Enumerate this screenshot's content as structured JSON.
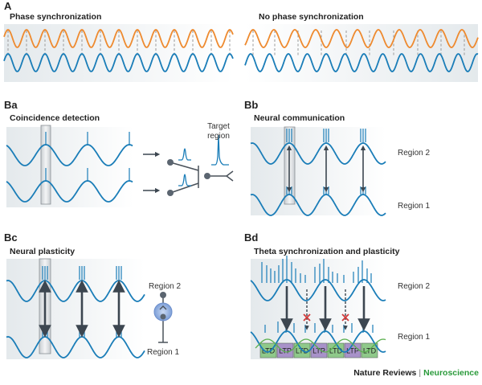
{
  "panels": {
    "A": {
      "label": "A",
      "left_title": "Phase synchronization",
      "right_title": "No phase synchronization"
    },
    "Ba": {
      "label": "Ba",
      "title": "Coincidence detection",
      "target": [
        "Target",
        "region"
      ]
    },
    "Bb": {
      "label": "Bb",
      "title": "Neural communication",
      "region2": "Region 2",
      "region1": "Region 1"
    },
    "Bc": {
      "label": "Bc",
      "title": "Neural plasticity",
      "region2": "Region 2",
      "region1": "Region 1"
    },
    "Bd": {
      "label": "Bd",
      "title": "Theta synchronization and plasticity",
      "region2": "Region 2",
      "region1": "Region 1",
      "blocks": [
        "LTD",
        "LTP",
        "LTD",
        "LTP",
        "LTD",
        "LTP",
        "LTD"
      ]
    }
  },
  "credit": {
    "journal": "Nature Reviews",
    "subject": "Neuroscience"
  },
  "colors": {
    "orange": "#ee8a2f",
    "blue": "#1a7db8",
    "ltd": "#8fc98a",
    "ltp": "#a892c9",
    "cross": "#d23a3a"
  }
}
